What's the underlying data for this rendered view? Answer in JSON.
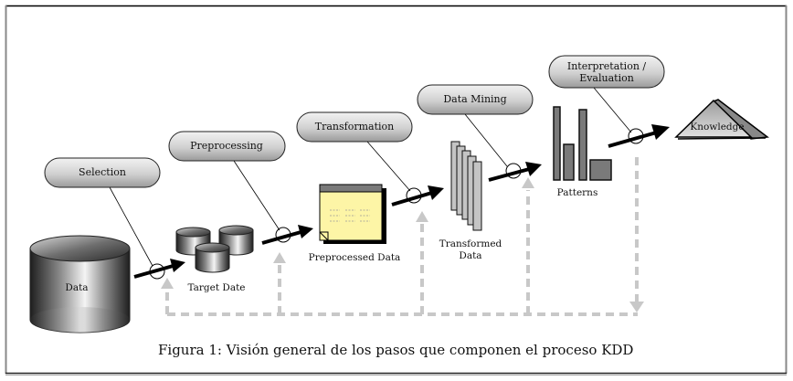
{
  "steps": {
    "selection": "Selection",
    "preprocessing": "Preprocessing",
    "transformation": "Transformation",
    "data_mining": "Data Mining",
    "interpretation_line1": "Interpretation /",
    "interpretation_line2": "Evaluation"
  },
  "artifacts": {
    "data": "Data",
    "target_data": "Target Date",
    "preprocessed_data": "Preprocessed Data",
    "transformed_data_line1": "Transformed",
    "transformed_data_line2": "Data",
    "patterns": "Patterns",
    "knowledge": "Knowledge"
  },
  "caption": "Figura 1: Visión general de los pasos que componen el proceso KDD",
  "colors": {
    "document_fill": "#fdf5a6",
    "document_header": "#7a7a7a",
    "slab_fill": "#c4c4c4",
    "bar_fill": "#7a7a7a",
    "feedback_dash": "#c8c8c8",
    "pyramid_fill": "#b8b8b8"
  }
}
